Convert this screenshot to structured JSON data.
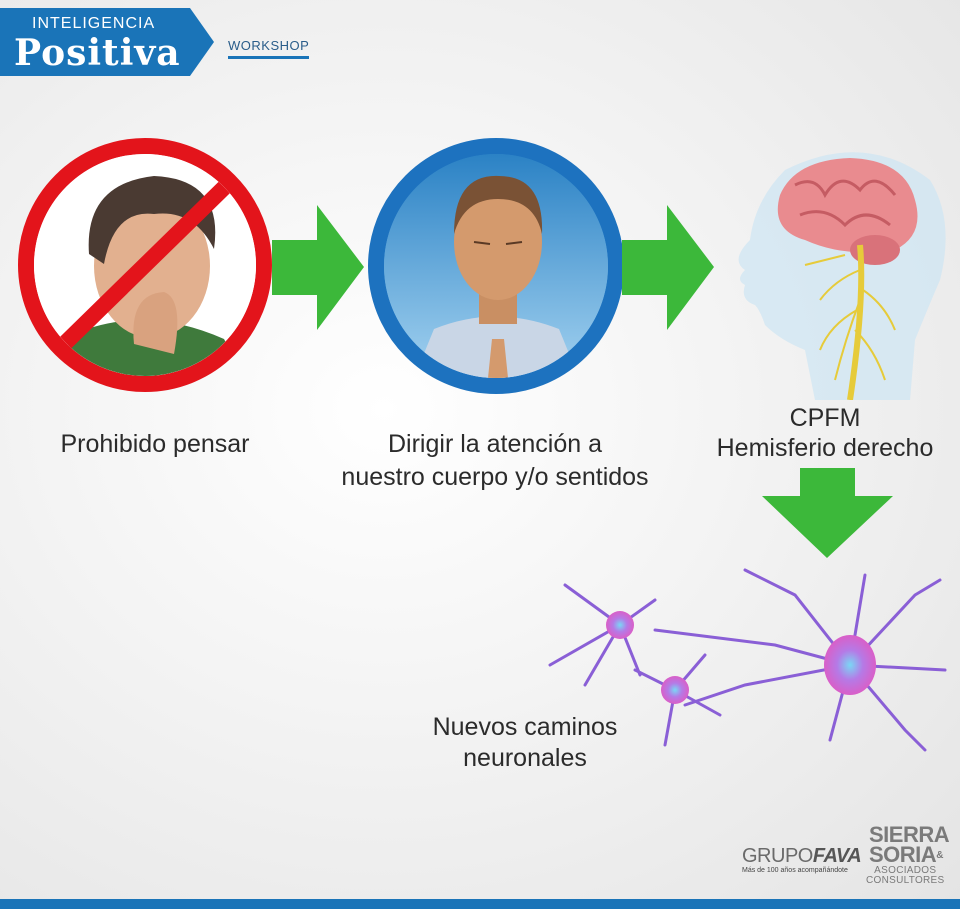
{
  "header": {
    "brand_top": "INTELIGENCIA",
    "brand_main": "Positiva",
    "workshop": "WORKSHOP"
  },
  "steps": [
    {
      "label": "Prohibido pensar"
    },
    {
      "label_line1": "Dirigir la atención a",
      "label_line2": "nuestro cuerpo y/o sentidos"
    },
    {
      "label_line1": "CPFM",
      "label_line2": "Hemisferio derecho"
    },
    {
      "label_line1": "Nuevos caminos",
      "label_line2": "neuronales"
    }
  ],
  "logos": {
    "fava_main": "GRUPO",
    "fava_bold": "FAVA",
    "fava_sub": "Más de 100 años acompañándote",
    "ss_line1": "SIERRA",
    "ss_line2": "SORIA",
    "ss_amp": "&",
    "ss_line3": "ASOCIADOS",
    "ss_line4": "CONSULTORES"
  },
  "colors": {
    "brand_blue": "#1a74b8",
    "prohibit_red": "#e3141b",
    "arrow_green": "#3cb83a"
  }
}
